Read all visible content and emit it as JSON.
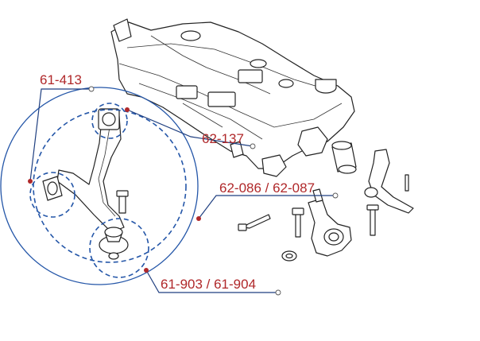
{
  "diagram": {
    "part_labels": {
      "control_arm": "61-413",
      "front_bushing": "62-137",
      "rear_bushing": "62-086 / 62-087",
      "ball_joint": "61-903 / 61-904"
    },
    "colors": {
      "label": "#b0282a",
      "callout_line": "#1f3f80",
      "highlight_circle": "#2456a8",
      "drawing": "#222222"
    }
  }
}
